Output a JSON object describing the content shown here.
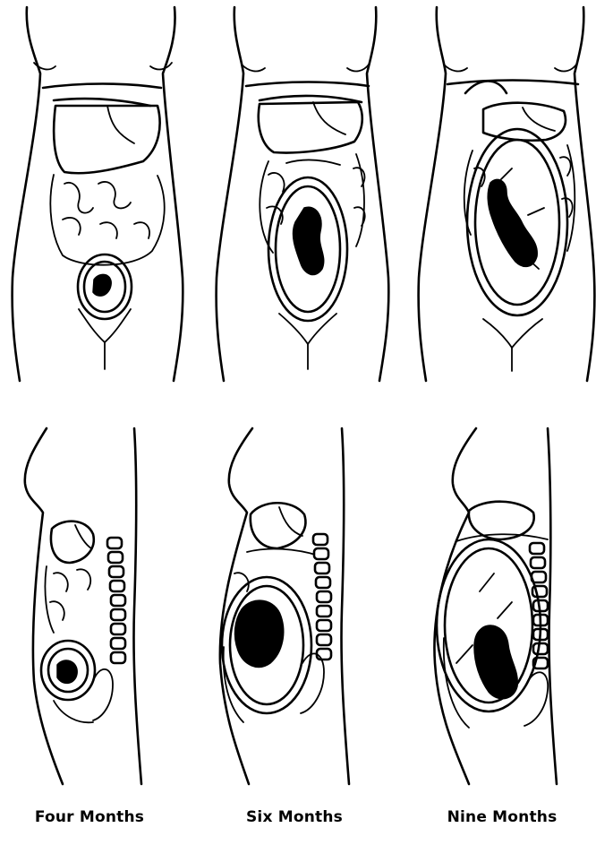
{
  "labels": {
    "four_months": "Four Months",
    "six_months": "Six Months",
    "nine_months": "Nine Months"
  },
  "stages": [
    {
      "label_key": "four_months",
      "month": 4
    },
    {
      "label_key": "six_months",
      "month": 6
    },
    {
      "label_key": "nine_months",
      "month": 9
    }
  ]
}
